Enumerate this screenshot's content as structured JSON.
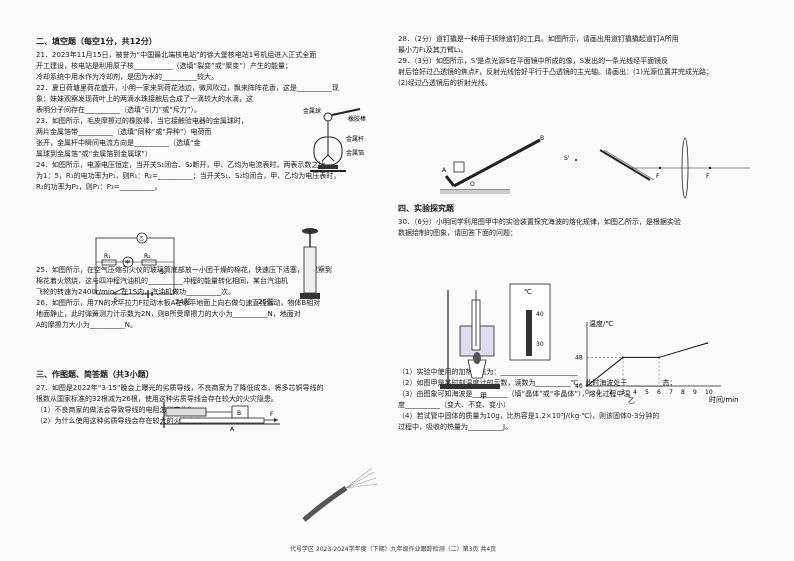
{
  "sections": {
    "fill": "二、填空题（每空1分，共12分）",
    "draw": "三、作图题、简答题（共3小题）",
    "exp": "四、实验探究题"
  },
  "left_questions": {
    "q21": [
      "21．2023年11月15日，被誉为“中国最北端核电站”的徐大堡核电站1号机组进入正式全面",
      "开工建设，核电站是利用原子核___________（选填“裂变”或“聚变”）产生的能量；",
      "冷却系统中用水作为冷却剂，是因为水的__________较大。"
    ],
    "q22": [
      "22．夏日荷塘里荷花盛开，小明一家来到荷花池边，微风吹过，飘来阵阵花香，这是__________现",
      "象；妹妹观察发现荷叶上的两滴水珠接触后合成了一滴较大的水滴，这",
      "表明分子间存在__________（选填“引力”或“斥力”）。"
    ],
    "q23": [
      "23．如图所示，毛皮摩擦过的橡胶棒，当它接触验电器的金属球时，",
      "两片金属箔带__________（选填“同种”或“异种”）电荷而",
      "张开，金属杆中瞬间电流方向是__________（选填“金",
      "属球到金属箔”或“金属箔到金属球”）"
    ],
    "q24": [
      "24．如图所示，电源电压恒定，当开关S₁闭合、S₂断开，甲、乙均为电流表时，两表示数之比",
      "为1：5，R₁的电功率为P₁，则R₁：R₂=__________；当开关S₁、S₂均闭合，甲、乙均为电压表时，",
      "R₁的功率为P₂，则P₁：P₂=__________。"
    ],
    "q25": [
      "25．如图所示，在空气压缩引火仪的玻璃筒底部放一小团干燥的棉花，快速压下活塞，可观察到",
      "棉花着火燃烧，这与四冲程汽油机的__________冲程的能量转化相同，某台汽油机",
      "飞轮的转速为2400r/min，在1S内，汽油机做功__________次。"
    ],
    "q26": [
      "26．如图所示，用7N的水平拉力F拉动木板A在水平地面上向右做匀速直线运动，物体B相对",
      "地面静止，此时弹簧测力计示数为2N，则B所受摩擦力的大小为__________N，地面对",
      "A的摩擦力大小为__________N。"
    ],
    "q27": [
      "27．如图是2022年“3·15”晚会上曝光的劣质导线，不良商家为了降低成本，将多芯铜导线的",
      "根数从国家标准的32根减为26根，使用这种劣质导线会存在较大的火灾隐患。",
      "（1）不良商家的做法会导致导线的电阻怎样变化？",
      "（2）为什么使用这种劣质导线会存在较大的火灾隐患"
    ]
  },
  "right_questions": {
    "q28": [
      "28．（2分）道钉撬是一种用于拆除道钉的工具。如图所示，请画出用道钉撬撬起道钉A所用",
      "最小力F₁及其力臂L₁。"
    ],
    "q29": [
      "29．（3分）如图所示，S'是点光源S在平面镜中所成的像，S发出的一条光线经平面镜反",
      "射后恰好过凸透镜的焦点F，反射光线恰好平行于凸透镜的主光轴。请画出：(1)光源位置并完成光路；",
      "(2)经过凸透镜后的折射光线。"
    ],
    "q30": [
      "30．（6分）小明同学利用图甲中的实验装置探究海波的熔化规律，如图乙所示，是根据实验",
      "数据绘制的图象，请回答下面的问题："
    ],
    "q30_sub": [
      "（1）实验中使用的加热方法为：______________________",
      "（2）如图甲是某时刻温度计的示数，读数为__________℃，此时海波处于__________态；",
      "（3）由图象可知海波是__________（填“晶体”或“非晶体”），熔化过程中温",
      "度__________（变大、不变、变小）",
      "（4）若试管中固体的质量为10g，比热容是1.2×10³J/(kg·℃)，则该固体0-3分钟的",
      "过程中，吸收的热量为__________J。"
    ]
  },
  "figure_labels": {
    "fig23": [
      "金属球",
      "橡胶棒",
      "金属杆",
      "金属箔"
    ],
    "fig24_caption": "24题",
    "fig25_caption": "25题",
    "fig24_parts": [
      "R₁",
      "R₂",
      "S₂",
      "S₁",
      "甲",
      "乙"
    ],
    "fig26_parts": [
      "B",
      "A",
      "F"
    ],
    "fig28_parts": [
      "A",
      "B",
      "O"
    ],
    "fig29_parts": [
      "S'",
      "F",
      "F"
    ],
    "fig30_thermo_unit": "℃",
    "fig30_thermo_ticks": [
      "40",
      "30"
    ],
    "fig30_caption_jia": "甲",
    "fig30_caption_yi": "乙"
  },
  "chart_data": {
    "type": "line",
    "title": "",
    "ylabel": "温度/℃",
    "xlabel": "时间/min",
    "x_ticks": [
      0,
      1,
      2,
      3,
      4,
      5,
      6,
      7,
      8,
      9,
      10
    ],
    "y_ticks": [
      40,
      48
    ],
    "ylim": [
      40,
      54
    ],
    "xlim": [
      0,
      10
    ],
    "series": [
      {
        "x": [
          0,
          3,
          6,
          10
        ],
        "y": [
          40,
          48,
          48,
          52
        ]
      }
    ]
  },
  "footer": "代号学区 2023-2024学年度（下期）九年级作业跟踪检测（二）第3页 共4页"
}
